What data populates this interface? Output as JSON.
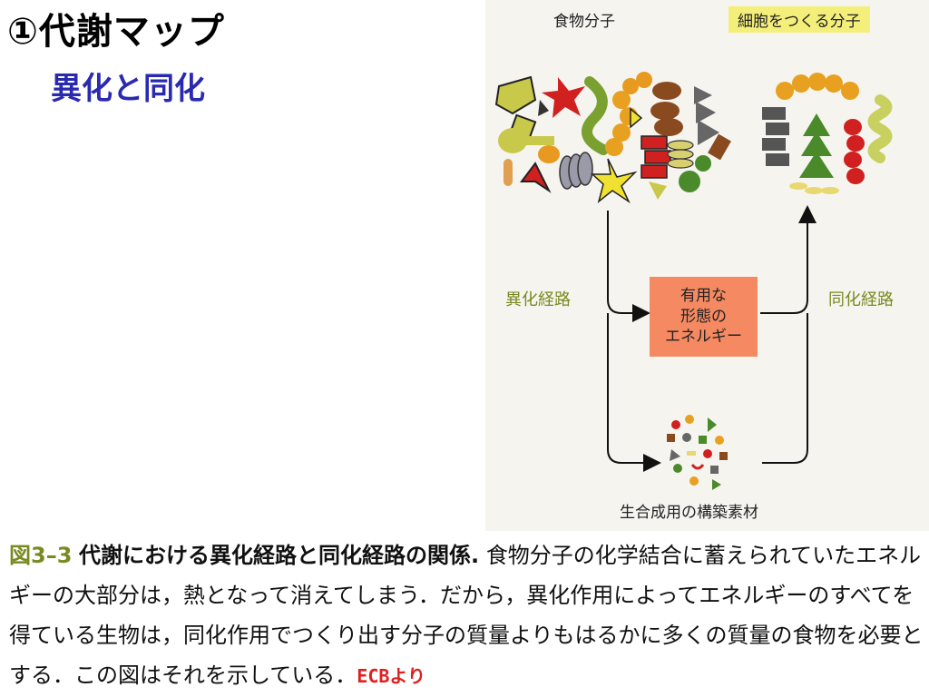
{
  "slide": {
    "title": "①代謝マップ",
    "subtitle": "異化と同化"
  },
  "figure": {
    "food_molecules_label": "食物分子",
    "cell_molecules_label": "細胞をつくる分子",
    "catabolic_label": "異化経路",
    "anabolic_label": "同化経路",
    "energy_box_text": "有用な\n形態の\nエネルギー",
    "building_blocks_label": "生合成用の構築素材"
  },
  "caption": {
    "fig_number": "図3–3",
    "fig_title": "代謝における異化経路と同化経路の関係.",
    "body": "食物分子の化学結合に蓄えられていたエネルギーの大部分は，熱となって消えてしまう．だから，異化作用によってエネルギーのすべてを得ている生物は，同化作用でつくり出す分子の質量よりもはるかに多くの質量の食物を必要とする．この図はそれを示している．",
    "source": "ECBより"
  },
  "colors": {
    "title": "#000000",
    "subtitle": "#2a2ab0",
    "pathway_label": "#7a8a22",
    "energy_box": "#f58a62",
    "cell_label_highlight": "#f4ef7a",
    "source_note": "#e02020"
  }
}
